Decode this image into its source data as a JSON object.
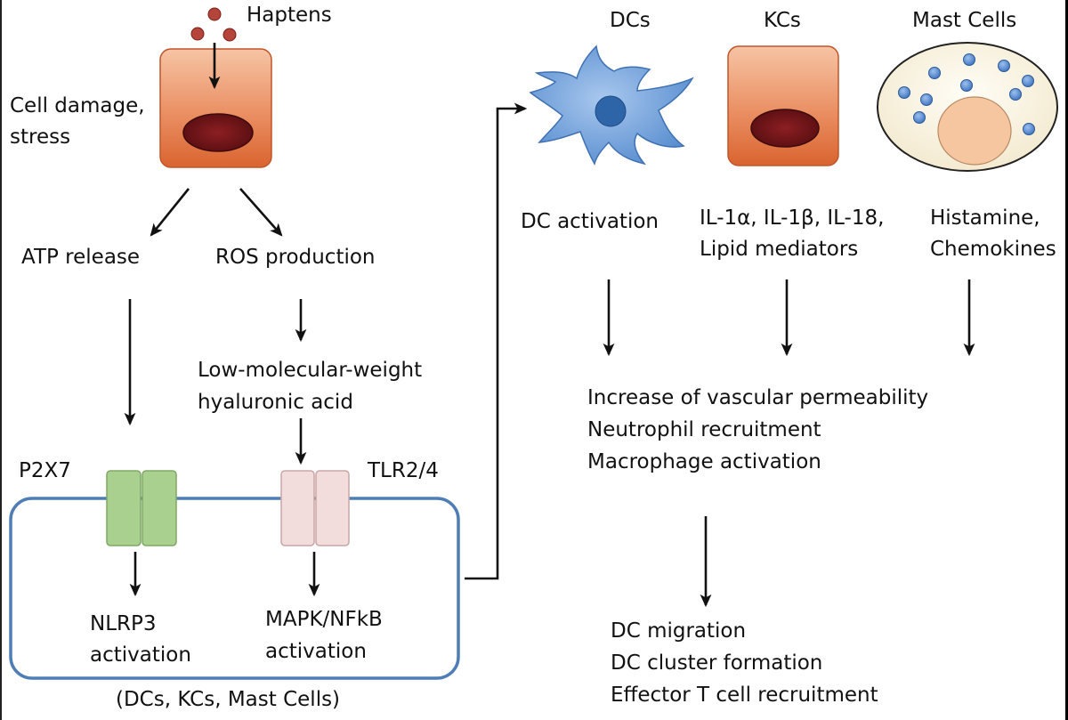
{
  "haptens": {
    "label": "Haptens",
    "dot_color": "#b5443a"
  },
  "cell": {
    "label_lines": [
      "Cell damage,",
      "stress"
    ]
  },
  "pathway_left": {
    "atp": "ATP release",
    "p2x7": "P2X7",
    "nlrp3_lines": [
      "NLRP3",
      "activation"
    ]
  },
  "pathway_right": {
    "ros": "ROS production",
    "ha_lines": [
      "Low-molecular-weight",
      "hyaluronic acid"
    ],
    "tlr": "TLR2/4",
    "mapk_lines": [
      "MAPK/NFkB",
      "activation"
    ]
  },
  "membrane": {
    "caption": "(DCs, KCs, Mast Cells)",
    "color": "#4f7db5"
  },
  "cell_types": {
    "dcs": {
      "title": "DCs",
      "effect": "DC activation"
    },
    "kcs": {
      "title": "KCs",
      "effect_lines": [
        "IL-1α, IL-1β, IL-18,",
        "Lipid mediators"
      ]
    },
    "mast": {
      "title": "Mast Cells",
      "effect_lines": [
        "Histamine,",
        "Chemokines"
      ]
    }
  },
  "outcomes": {
    "first": [
      "Increase of vascular permeability",
      "Neutrophil recruitment",
      "Macrophage activation"
    ],
    "second": [
      "DC migration",
      "DC cluster formation",
      "Effector T cell recruitment"
    ]
  },
  "colors": {
    "p2x7_receptor": "#a9d08e",
    "tlr_receptor": "#f3dcdc",
    "keratinocyte": "#e07a4f",
    "dendritic_cell": "#6c9cd4",
    "mast_cell_body": "#fbf5e4",
    "mast_granule": "#5b8fd0"
  }
}
